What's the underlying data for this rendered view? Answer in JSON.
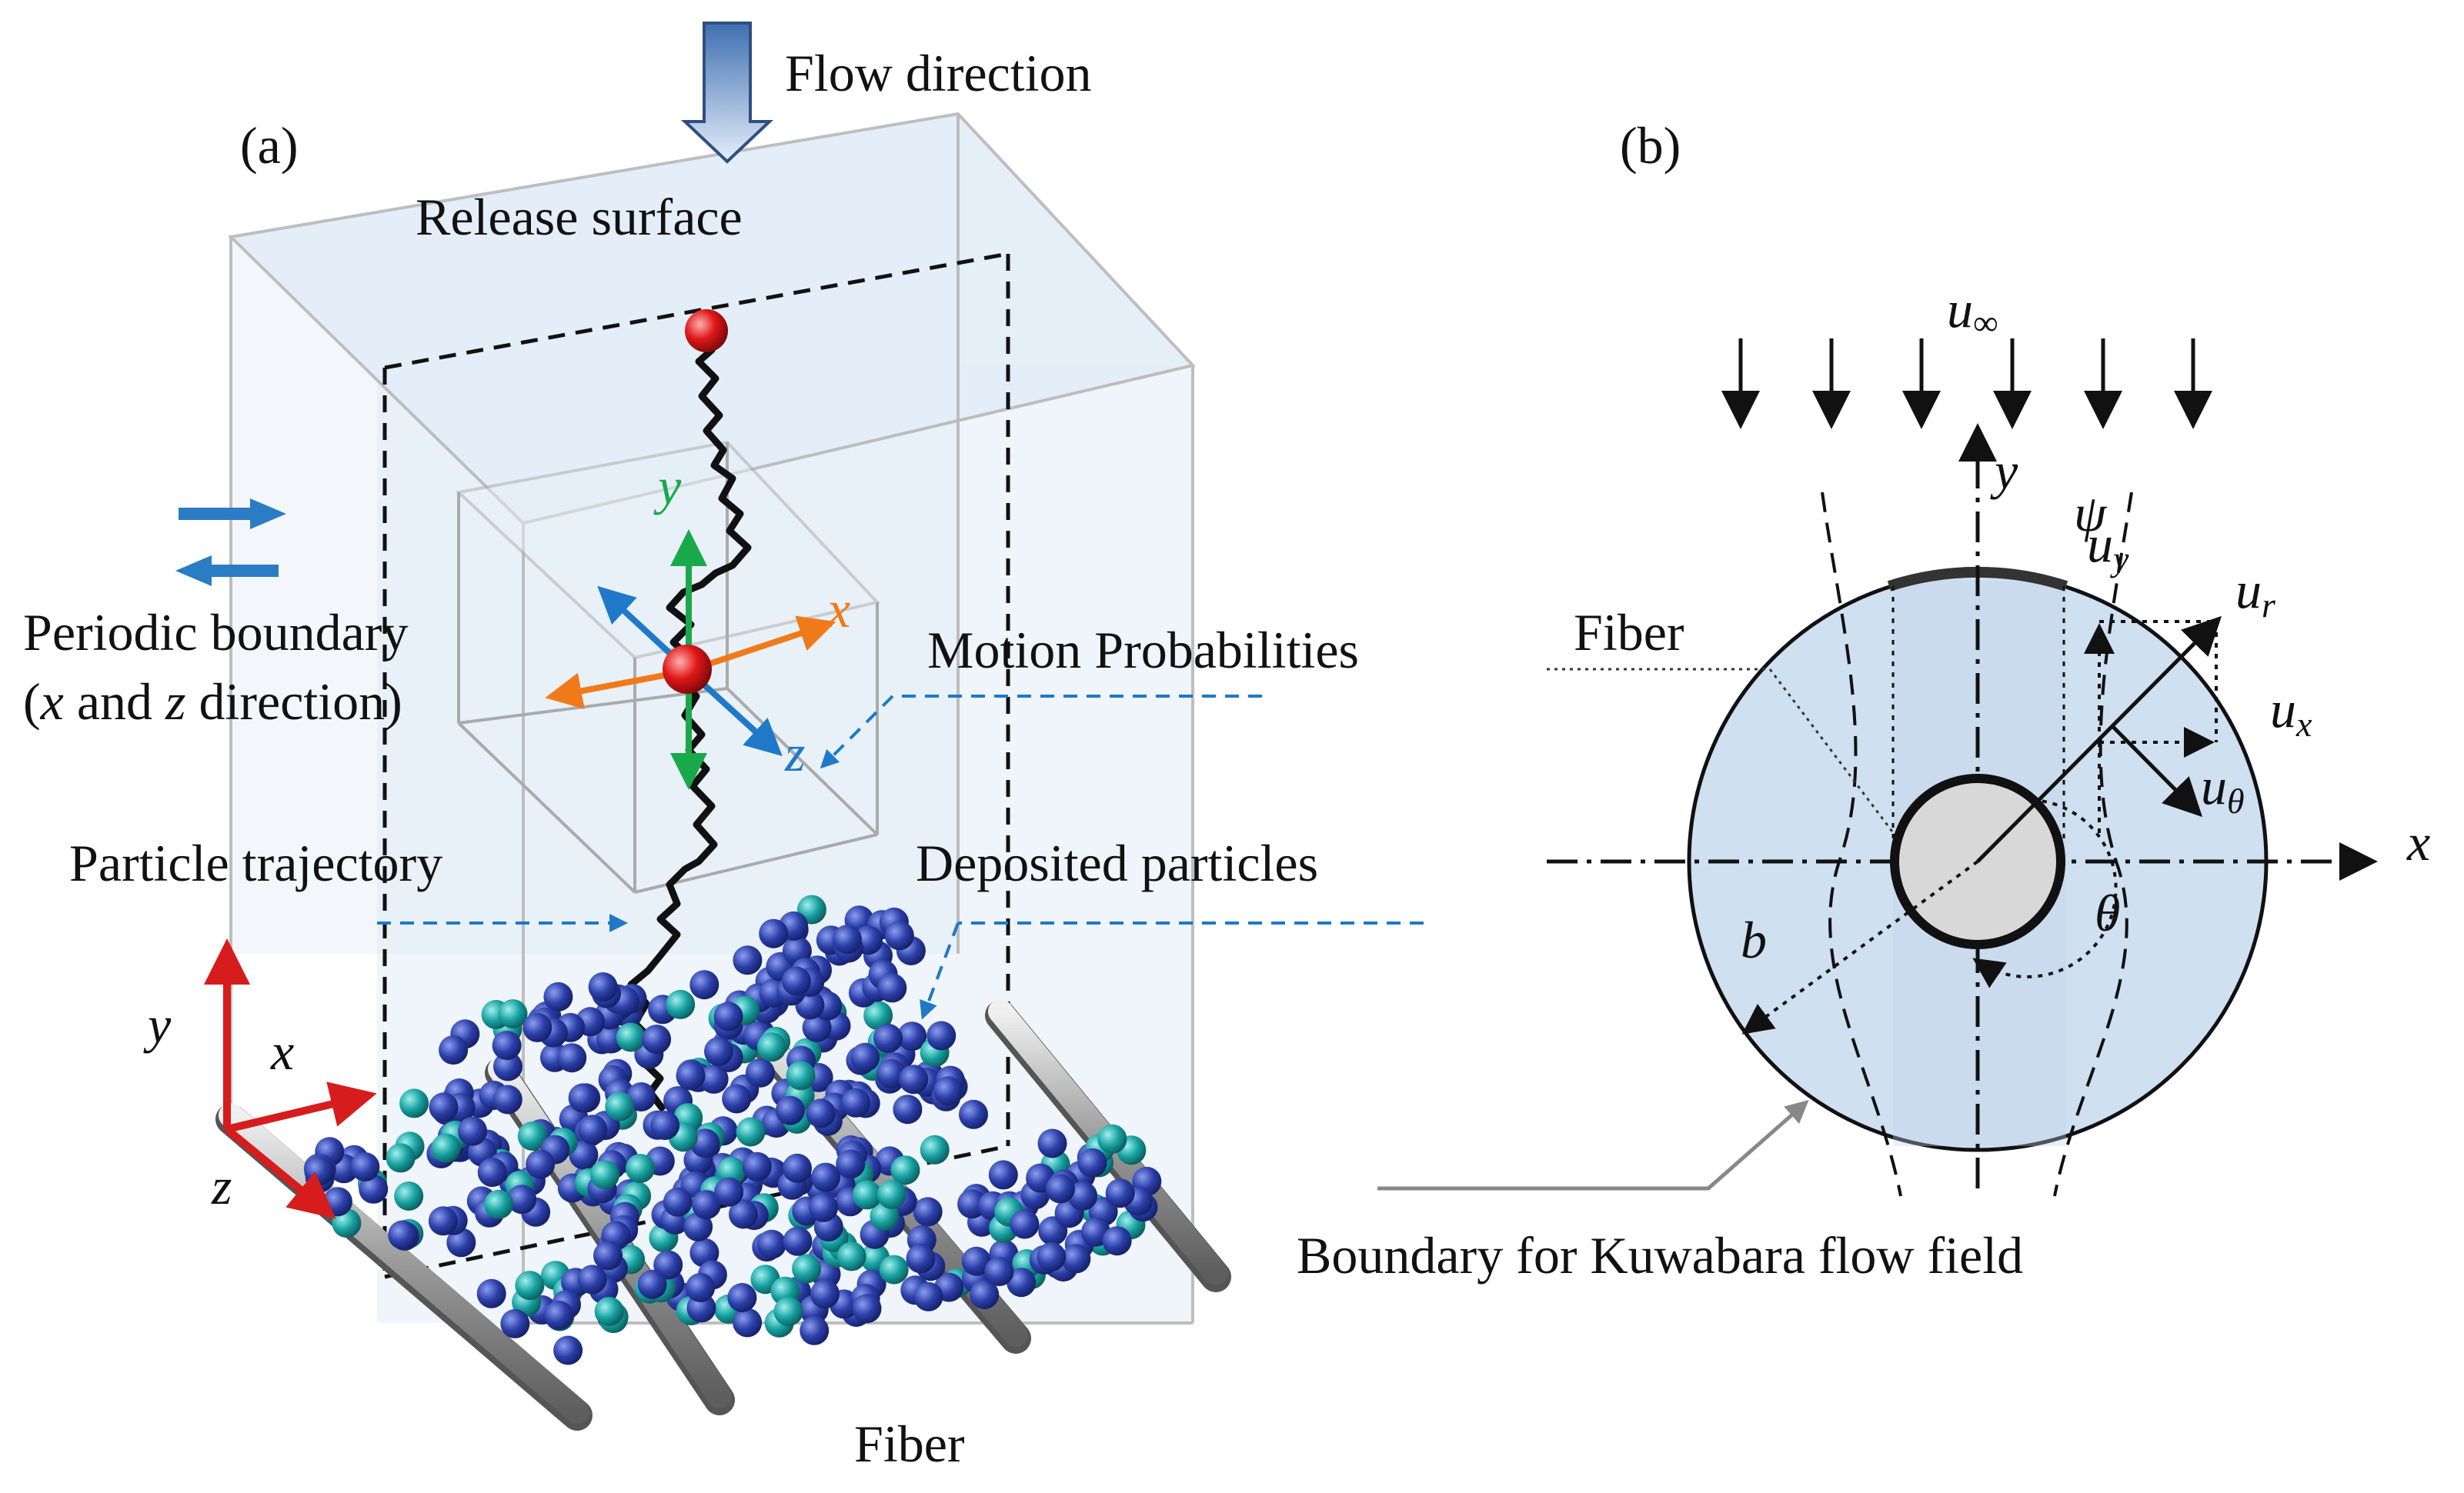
{
  "panel_a": {
    "panel_label": "(a)",
    "flow_direction": "Flow direction",
    "release_surface": "Release surface",
    "periodic_boundary": "Periodic boundary",
    "periodic_boundary_dir_open": "(",
    "periodic_x": "x",
    "periodic_and": " and ",
    "periodic_z": "z",
    "periodic_dir_close": " direction)",
    "motion_probabilities": "Motion Probabilities",
    "particle_trajectory": "Particle trajectory",
    "deposited_particles": "Deposited particles",
    "fiber": "Fiber",
    "axis_y": "y",
    "axis_x": "x",
    "axis_z": "z",
    "probe_y": "y",
    "probe_x": "x",
    "probe_z": "z"
  },
  "panel_b": {
    "panel_label": "(b)",
    "u_inf_main": "u",
    "u_inf_sub": "∞",
    "axis_y": "y",
    "axis_x": "x",
    "psi": "ψ",
    "u_y_main": "u",
    "u_y_sub": "y",
    "u_r_main": "u",
    "u_r_sub": "r",
    "u_x_main": "u",
    "u_x_sub": "x",
    "u_theta_main": "u",
    "u_theta_sub": "θ",
    "theta": "θ",
    "b": "b",
    "fiber": "Fiber",
    "boundary": "Boundary for Kuwabara flow field"
  },
  "colors": {
    "box_fill": "#dbe8f4",
    "circle_fill": "#cfe0f0",
    "particle_blue": "#2b3fa8",
    "particle_teal": "#1aa3a3",
    "particle_red": "#e01818",
    "axis_red": "#d61c1c",
    "probe_green": "#19a84a",
    "probe_orange": "#f07a1a",
    "probe_blue": "#1f78c8"
  }
}
